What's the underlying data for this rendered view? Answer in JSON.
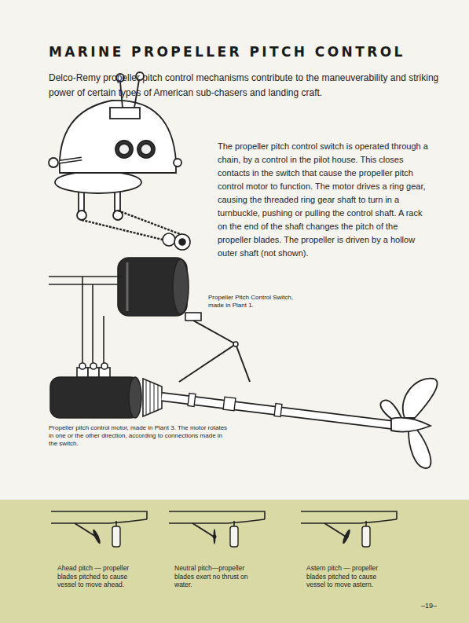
{
  "diagram": {
    "title": "MARINE PROPELLER PITCH CONTROL",
    "nodes": [
      {
        "text": [
          "Ahead pitch — propeller blades pitched to cause vessel to move ahead.",
          "Neutral pitch—propeller blades exert no thrust on water.",
          "Astern pitch — propeller blades pitched to cause vessel to move astern.",
          "–19–"
        ]
      }
    ],
    "labels": [
      "Delco-Remy propeller pitch control mechanisms contribute to the maneuverability and striking power of certain types of American sub-chasers and landing craft.",
      "The propeller pitch control switch is operated through a chain, by a control in the pilot house. This closes contacts in the switch that cause the propeller pitch control motor to function. The motor drives a ring gear, causing the threaded ring gear shaft to turn in a turnbuckle, pushing or pulling the control shaft. A rack on the end of the shaft changes the pitch of the propeller blades. The propeller is driven by a hollow outer shaft (not shown).",
      "Propeller Pitch Control Switch, made in Plant 1.",
      "Propeller pitch control motor, made in Plant 3. The motor rotates in one or the other direction, according to connections made in the switch."
    ]
  }
}
